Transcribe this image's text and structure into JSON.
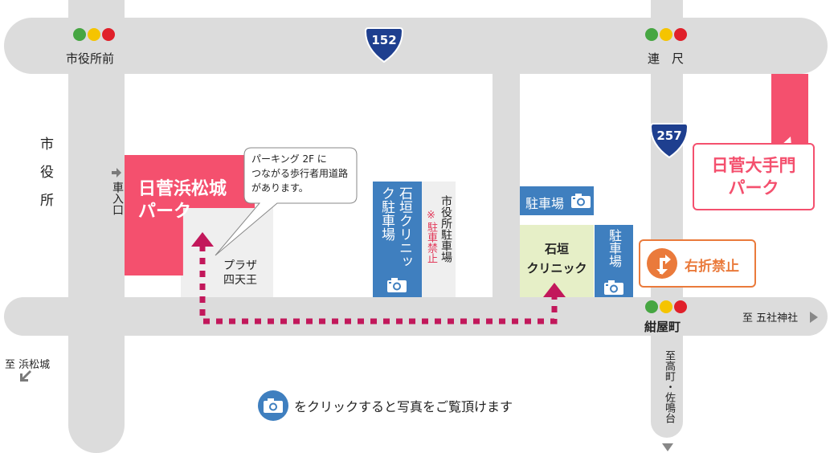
{
  "colors": {
    "road": "#dcdcdc",
    "pink": "#f4506e",
    "blue": "#3f7fbf",
    "green_area": "#e6efc7",
    "gray_area": "#efefef",
    "route_dot": "#c2185b",
    "orange": "#ea7a3b",
    "shield": "#1e3f8f"
  },
  "intersections": {
    "shiyakusho_mae": "市役所前",
    "renjaku": "連　尺",
    "konyamachi": "紺屋町"
  },
  "routes": {
    "r152": "152",
    "r257": "257"
  },
  "labels": {
    "shiyakusho": "市役所",
    "entrance": "車入口",
    "plaza": "プラザ\n四天王",
    "plaza_line1": "プラザ",
    "plaza_line2": "四天王",
    "gohsha": "至 五社神社",
    "hamamatsu": "至 浜松城",
    "takamachi": "至高町・佐鳴台",
    "city_hall_parking": "市役所駐車場",
    "no_parking": "※駐車禁止",
    "no_right_turn": "右折禁止"
  },
  "parks": {
    "hamamatsujo": "日菅浜松城\nパーク",
    "hamamatsujo_line1": "日菅浜松城",
    "hamamatsujo_line2": "パーク",
    "otemon_line1": "日菅大手門",
    "otemon_line2": "パーク"
  },
  "callout": {
    "line1": "パーキング 2F に",
    "line2": "つながる歩行者用道路",
    "line3": "があります。"
  },
  "parking": {
    "ishigaki_clinic_parking": "石垣クリニック駐車場",
    "parking_top": "駐車場",
    "parking_side": "駐車場"
  },
  "clinic": {
    "line1": "石垣",
    "line2": "クリニック"
  },
  "note": "をクリックすると写真をご覧頂けます",
  "icons": [
    "camera-icon",
    "arrow-right-icon",
    "arrow-down-left-icon",
    "triangle-right-icon",
    "triangle-down-icon",
    "traffic-light-icon",
    "no-right-turn-icon"
  ]
}
